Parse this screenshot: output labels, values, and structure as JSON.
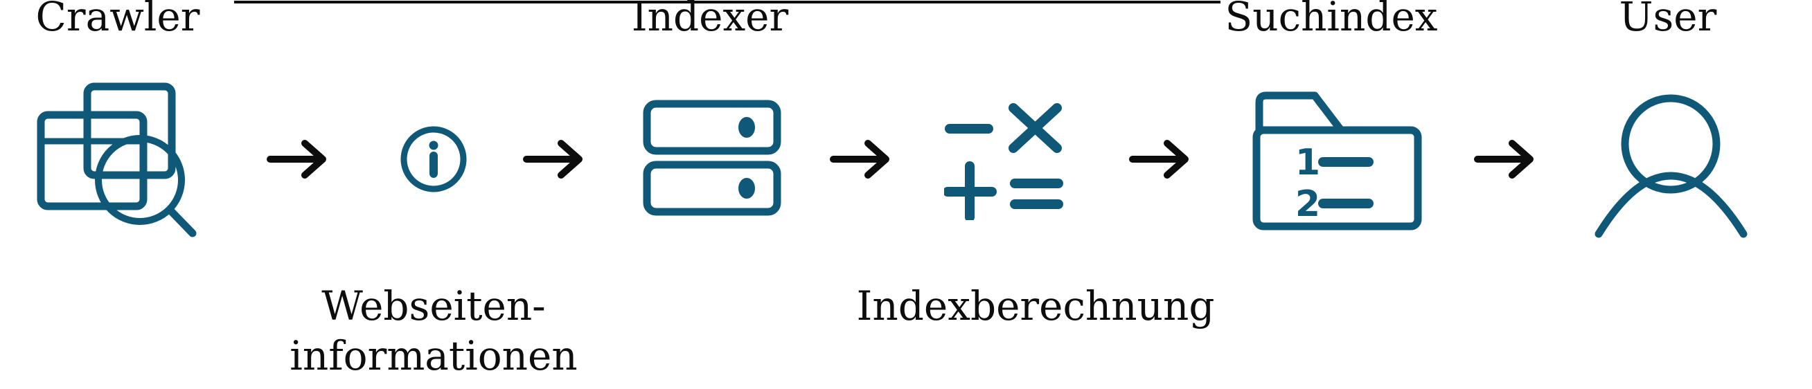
{
  "diagram_title_implied": "Suchmaschinen-Ablauf",
  "colors": {
    "accent_stroke": "#105878",
    "fill_light": "#dbe4ec",
    "fill_lens": "#eef3f7",
    "text": "#0d0d0d",
    "arrow": "#0d0d0d",
    "background": "#ffffff",
    "top_crop_line": "#0d0d0d"
  },
  "connector_glyph": "→",
  "stages": [
    {
      "id": "crawler",
      "title": "Crawler",
      "icon": "webpages-magnifier-icon"
    },
    {
      "id": "webseiten-informationen",
      "caption_line1": "Webseiten-",
      "caption_line2": "informationen",
      "icon": "info-icon",
      "glyph": "i"
    },
    {
      "id": "indexer",
      "title": "Indexer",
      "icon": "server-icon"
    },
    {
      "id": "indexberechnung",
      "caption": "Indexberechnung",
      "icon": "calculation-icon"
    },
    {
      "id": "suchindex",
      "title": "Suchindex",
      "icon": "folder-index-icon",
      "list_numbers": [
        "1",
        "2"
      ]
    },
    {
      "id": "user",
      "title": "User",
      "icon": "person-icon"
    }
  ]
}
